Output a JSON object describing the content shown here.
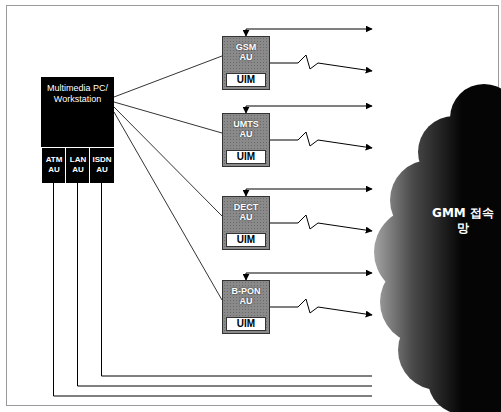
{
  "diagram": {
    "nodes": [
      {
        "text": [
          "Multimedia PC/ Workstation"
        ]
      },
      {
        "text": [
          "ATM AU"
        ],
        "in": 0
      },
      {
        "text": [
          "LAN AU"
        ],
        "in": 0
      },
      {
        "text": [
          "ISDN AU"
        ],
        "in": 0
      },
      {
        "text": [
          "GSM AU"
        ]
      },
      {
        "text": [
          "UIM"
        ],
        "in": 4
      },
      {
        "text": [
          "UMTS AU"
        ]
      },
      {
        "text": [
          "UIM"
        ],
        "in": 6
      },
      {
        "text": [
          "DECT AU"
        ]
      },
      {
        "text": [
          "UIM"
        ],
        "in": 8
      },
      {
        "text": [
          "B-PON AU"
        ]
      },
      {
        "text": [
          "UIM"
        ],
        "in": 10
      },
      {
        "text": [
          "GMM 접속망"
        ]
      }
    ],
    "edges": [
      {
        "from": 0,
        "to": 4,
        "arrow": "none"
      },
      {
        "from": 0,
        "to": 6,
        "arrow": "none"
      },
      {
        "from": 0,
        "to": 8,
        "arrow": "none"
      },
      {
        "from": 0,
        "to": 10,
        "arrow": "none"
      },
      {
        "from": 4,
        "to": 12,
        "arrow": "both"
      },
      {
        "from": 4,
        "to": 12,
        "arrow": "to"
      },
      {
        "from": 6,
        "to": 12,
        "arrow": "both"
      },
      {
        "from": 6,
        "to": 12,
        "arrow": "to"
      },
      {
        "from": 8,
        "to": 12,
        "arrow": "both"
      },
      {
        "from": 8,
        "to": 12,
        "arrow": "to"
      },
      {
        "from": 10,
        "to": 12,
        "arrow": "both"
      },
      {
        "from": 10,
        "to": 12,
        "arrow": "to"
      },
      {
        "from": 1,
        "to": 12,
        "arrow": "none"
      },
      {
        "from": 2,
        "to": 12,
        "arrow": "none"
      },
      {
        "from": 3,
        "to": 12,
        "arrow": "none"
      }
    ]
  }
}
